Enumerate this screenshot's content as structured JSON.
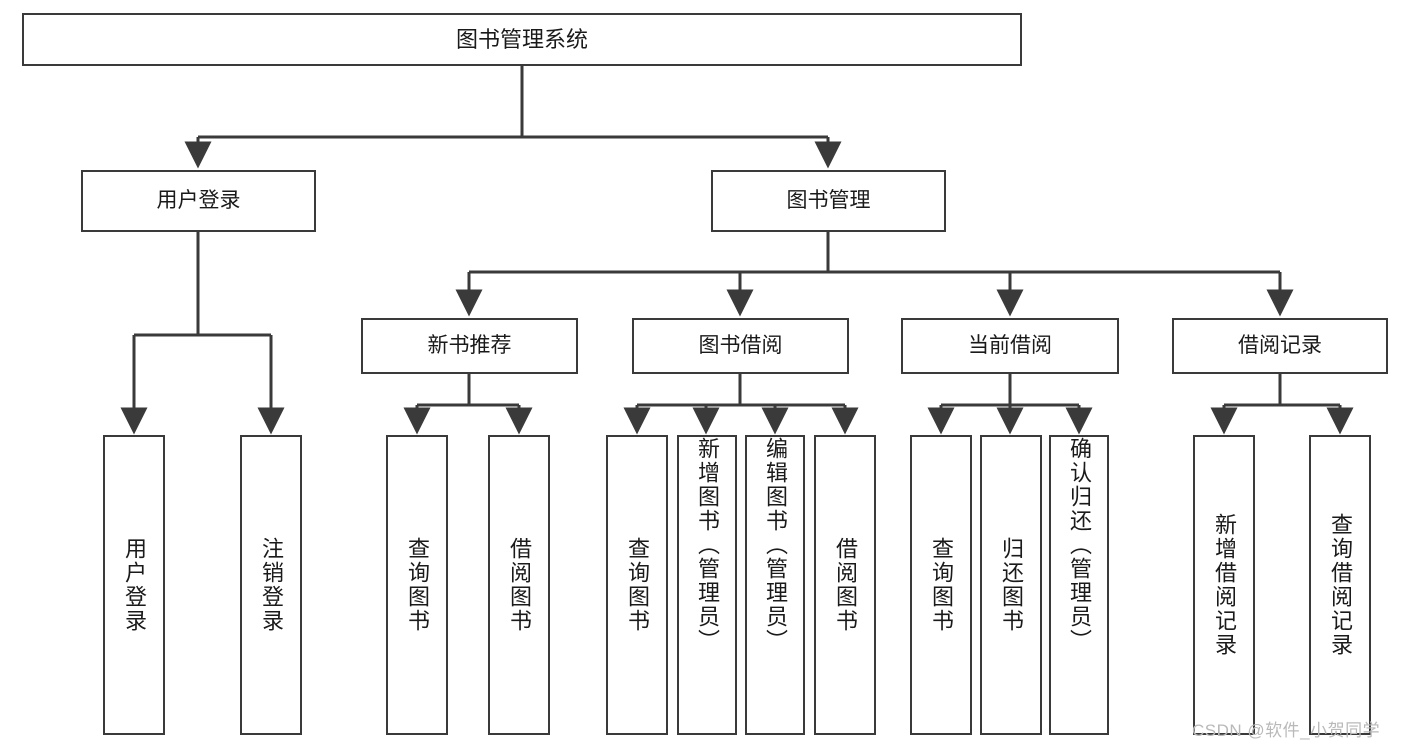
{
  "diagram": {
    "type": "hierarchy-tree",
    "title": "图书管理系统",
    "nodes": {
      "root": {
        "label": "图书管理系统",
        "level": 1
      },
      "login": {
        "label": "用户登录",
        "level": 2
      },
      "book_manage": {
        "label": "图书管理",
        "level": 2
      },
      "new_book": {
        "label": "新书推荐",
        "level": 3
      },
      "borrow_book": {
        "label": "图书借阅",
        "level": 3
      },
      "current_borrow": {
        "label": "当前借阅",
        "level": 3
      },
      "borrow_record": {
        "label": "借阅记录",
        "level": 3
      },
      "leaf_user_login": {
        "label": "用户登录",
        "level": 4
      },
      "leaf_logout": {
        "label": "注销登录",
        "level": 4
      },
      "leaf_query_book_1": {
        "label": "查询图书",
        "level": 4
      },
      "leaf_borrow_book_1": {
        "label": "借阅图书",
        "level": 4
      },
      "leaf_query_book_2": {
        "label": "查询图书",
        "level": 4
      },
      "leaf_add_book": {
        "label": "新增图书（管理员）",
        "level": 4
      },
      "leaf_edit_book": {
        "label": "编辑图书（管理员）",
        "level": 4
      },
      "leaf_borrow_book_2": {
        "label": "借阅图书",
        "level": 4
      },
      "leaf_query_book_3": {
        "label": "查询图书",
        "level": 4
      },
      "leaf_return_book": {
        "label": "归还图书",
        "level": 4
      },
      "leaf_confirm_return": {
        "label": "确认归还（管理员）",
        "level": 4
      },
      "leaf_add_record": {
        "label": "新增借阅记录",
        "level": 4
      },
      "leaf_query_record": {
        "label": "查询借阅记录",
        "level": 4
      }
    },
    "edges": [
      {
        "from": "root",
        "to": "login"
      },
      {
        "from": "root",
        "to": "book_manage"
      },
      {
        "from": "login",
        "to": "leaf_user_login"
      },
      {
        "from": "login",
        "to": "leaf_logout"
      },
      {
        "from": "book_manage",
        "to": "new_book"
      },
      {
        "from": "book_manage",
        "to": "borrow_book"
      },
      {
        "from": "book_manage",
        "to": "current_borrow"
      },
      {
        "from": "book_manage",
        "to": "borrow_record"
      },
      {
        "from": "new_book",
        "to": "leaf_query_book_1"
      },
      {
        "from": "new_book",
        "to": "leaf_borrow_book_1"
      },
      {
        "from": "borrow_book",
        "to": "leaf_query_book_2"
      },
      {
        "from": "borrow_book",
        "to": "leaf_add_book"
      },
      {
        "from": "borrow_book",
        "to": "leaf_edit_book"
      },
      {
        "from": "borrow_book",
        "to": "leaf_borrow_book_2"
      },
      {
        "from": "current_borrow",
        "to": "leaf_query_book_3"
      },
      {
        "from": "current_borrow",
        "to": "leaf_return_book"
      },
      {
        "from": "current_borrow",
        "to": "leaf_confirm_return"
      },
      {
        "from": "borrow_record",
        "to": "leaf_add_record"
      },
      {
        "from": "borrow_record",
        "to": "leaf_query_record"
      }
    ]
  },
  "colors": {
    "stroke": "#3a3a3a",
    "text": "#1a1a1a",
    "background": "#ffffff",
    "watermark": "#b9b9b9"
  },
  "watermark": {
    "text": "CSDN @软件_小贺同学"
  }
}
